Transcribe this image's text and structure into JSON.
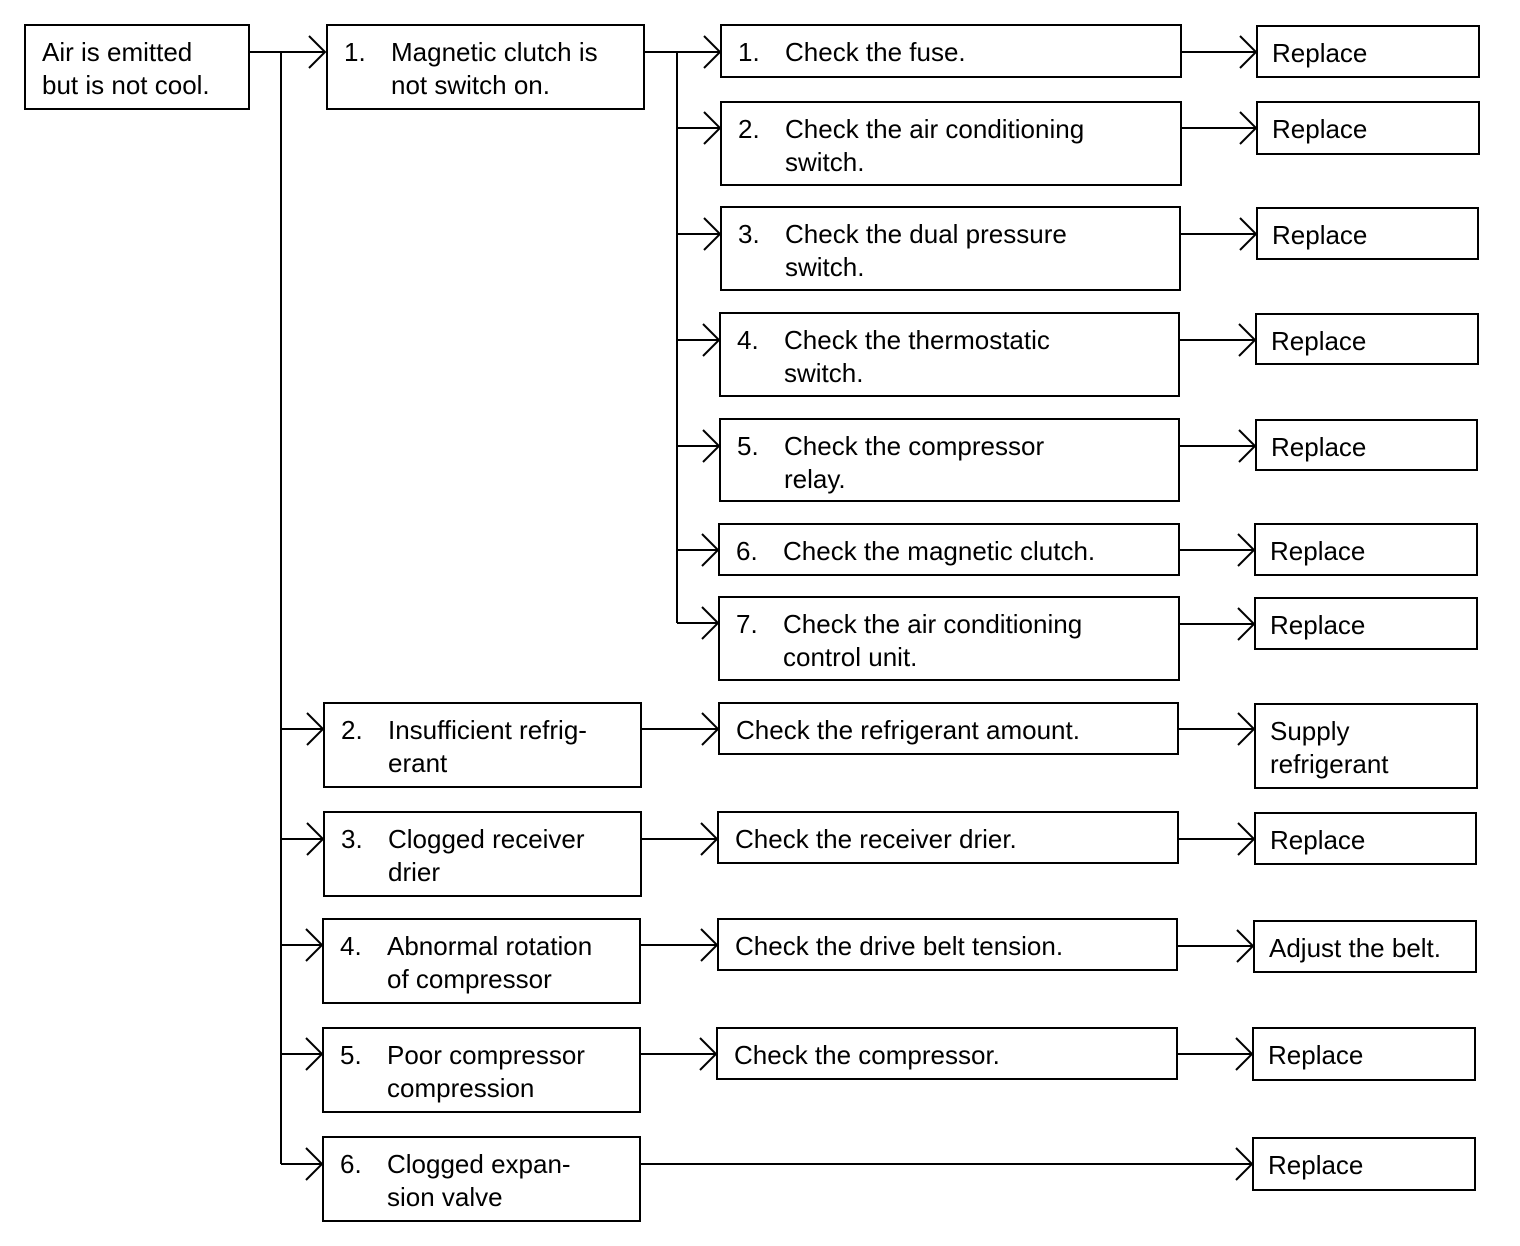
{
  "root": {
    "line1": "Air is emitted",
    "line2": "but is not cool."
  },
  "causes": [
    {
      "num": "1.",
      "line1": "Magnetic clutch is",
      "line2": "not switch on."
    },
    {
      "num": "2.",
      "line1": "Insufficient refrig-",
      "line2": "erant"
    },
    {
      "num": "3.",
      "line1": "Clogged receiver",
      "line2": "drier"
    },
    {
      "num": "4.",
      "line1": "Abnormal rotation",
      "line2": "of compressor"
    },
    {
      "num": "5.",
      "line1": "Poor compressor",
      "line2": "compression"
    },
    {
      "num": "6.",
      "line1": "Clogged expan-",
      "line2": "sion valve"
    }
  ],
  "clutch_checks": [
    {
      "num": "1.",
      "line1": "Check the fuse.",
      "line2": ""
    },
    {
      "num": "2.",
      "line1": "Check the air conditioning",
      "line2": "switch."
    },
    {
      "num": "3.",
      "line1": "Check the dual pressure",
      "line2": "switch."
    },
    {
      "num": "4.",
      "line1": "Check the thermostatic",
      "line2": "switch."
    },
    {
      "num": "5.",
      "line1": "Check the compressor",
      "line2": "relay."
    },
    {
      "num": "6.",
      "line1": "Check the magnetic clutch.",
      "line2": ""
    },
    {
      "num": "7.",
      "line1": "Check the air conditioning",
      "line2": "control unit."
    }
  ],
  "other_checks": [
    "Check the refrigerant amount.",
    "Check the receiver drier.",
    "Check the drive belt tension.",
    "Check the compressor."
  ],
  "actions": {
    "clutch": [
      "Replace",
      "Replace",
      "Replace",
      "Replace",
      "Replace",
      "Replace",
      "Replace"
    ],
    "refrigerant": {
      "line1": "Supply",
      "line2": "refrigerant"
    },
    "receiver": "Replace",
    "belt": "Adjust the belt.",
    "compressor": "Replace",
    "expansion": "Replace"
  }
}
